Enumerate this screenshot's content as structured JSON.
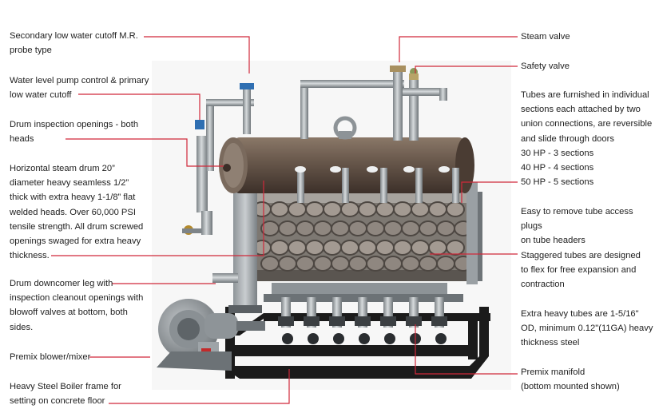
{
  "labels": {
    "secondary_cutoff": "Secondary low water cutoff M.R.\nprobe type",
    "water_level": "Water level pump control & primary\nlow water cutoff",
    "drum_inspection": "Drum inspection openings - both\nheads",
    "steam_drum": "Horizontal steam drum 20”\ndiameter heavy seamless 1/2”\nthick with extra heavy 1-1/8” flat\nwelded heads. Over 60,000 PSI\ntensile strength. All drum screwed\nopenings swaged for extra heavy\nthickness.",
    "downcomer": "Drum downcomer leg with\ninspection cleanout openings with\nblowoff valves at bottom, both\nsides.",
    "blower": "Premix blower/mixer",
    "frame": "Heavy Steel Boiler frame for\nsetting on concrete floor",
    "steam_valve": "Steam valve",
    "safety_valve": "Safety valve",
    "tubes_furnished": "Tubes are furnished in individual\nsections each attached by two\nunion connections, are reversible\nand slide through doors\n30 HP - 3 sections\n40 HP - 4 sections\n50 HP - 5 sections",
    "access_plugs": "Easy to remove tube access plugs\non tube headers",
    "staggered": "Staggered tubes are designed\nto flex  for free expansion and\ncontraction",
    "extra_heavy": "Extra heavy tubes are 1-5/16\"\nOD, minimum 0.12\"(11GA) heavy\nthickness steel",
    "manifold": "Premix manifold\n(bottom mounted shown)"
  },
  "colors": {
    "leader": "#d0283a",
    "text": "#1e1e1e",
    "drum": "#5b4a40",
    "steel": "#9aa0a4",
    "frame": "#1b1b1b"
  }
}
